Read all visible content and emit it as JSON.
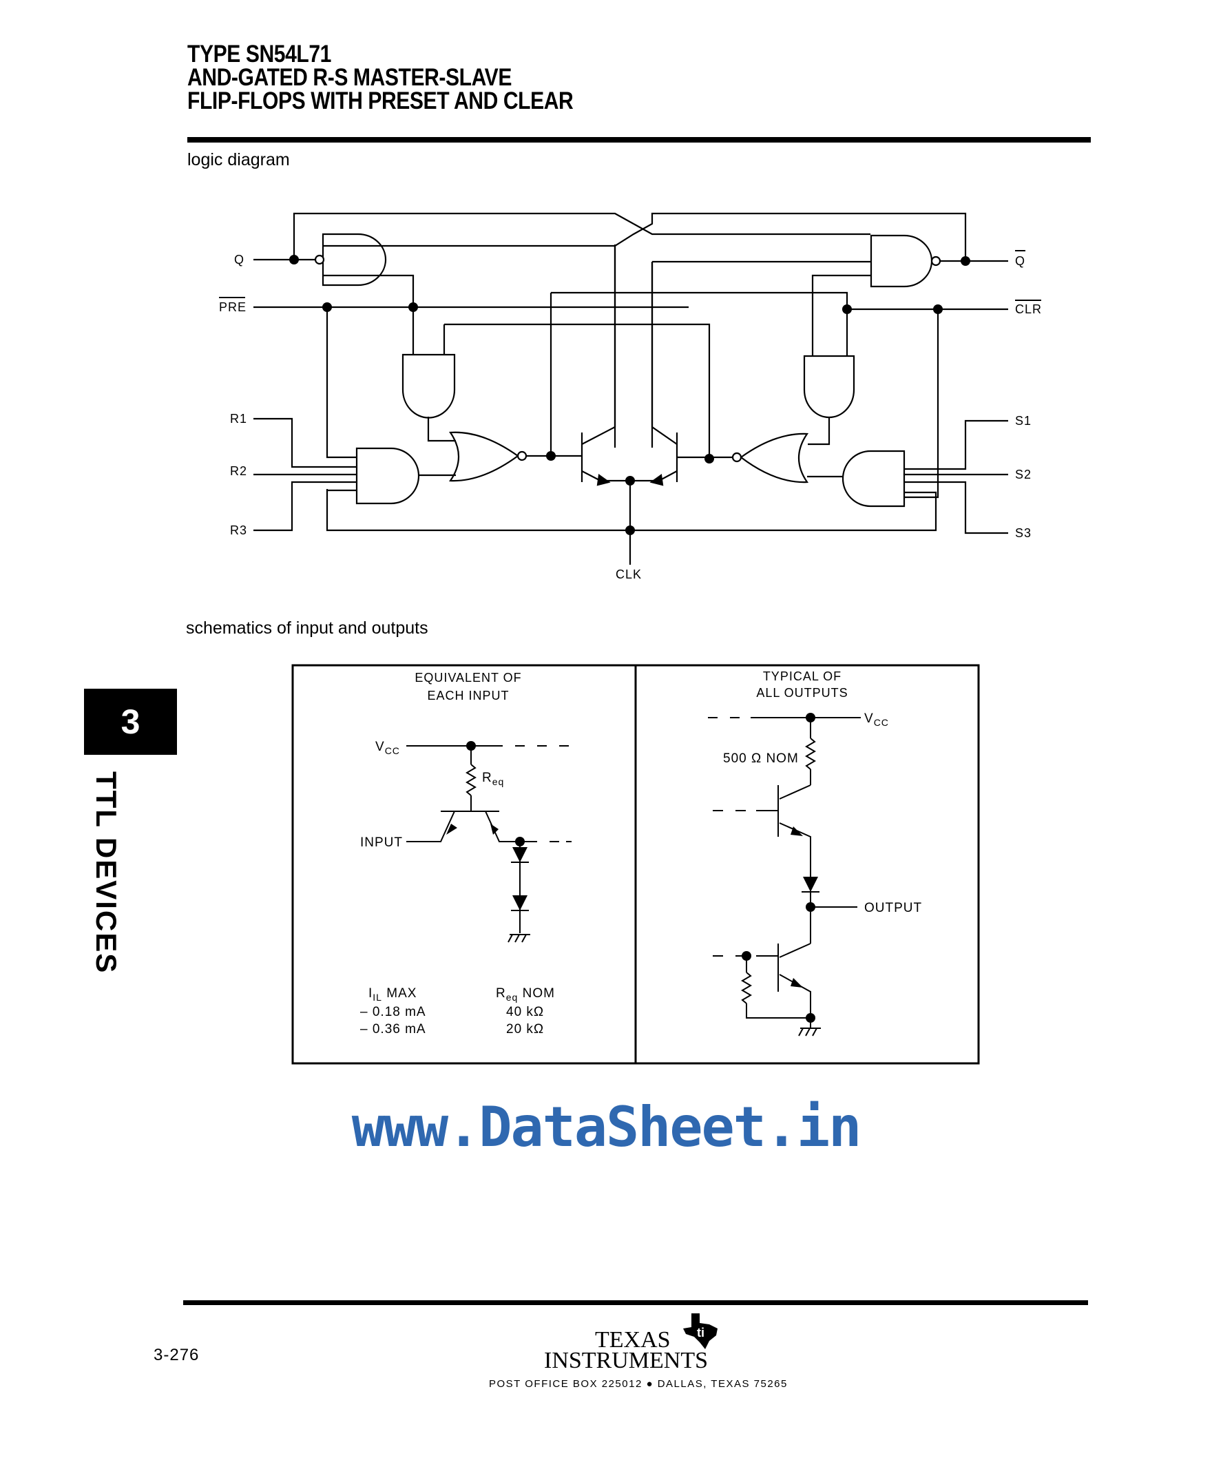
{
  "header": {
    "line1": "TYPE SN54L71",
    "line2": "AND-GATED R-S MASTER-SLAVE",
    "line3": "FLIP-FLOPS WITH PRESET AND CLEAR"
  },
  "logic_diagram": {
    "heading": "logic diagram",
    "labels": {
      "q": "Q",
      "q_bar": "Q",
      "pre": "PRE",
      "clr": "CLR",
      "r1": "R1",
      "r2": "R2",
      "r3": "R3",
      "s1": "S1",
      "s2": "S2",
      "s3": "S3",
      "clk": "CLK"
    }
  },
  "schematics": {
    "heading": "schematics of input and outputs",
    "input_panel": {
      "title_line1": "EQUIVALENT OF",
      "title_line2": "EACH INPUT",
      "vcc": "V",
      "vcc_sub": "CC",
      "req": "R",
      "req_sub": "eq",
      "input_label": "INPUT",
      "table": {
        "col1_head": "I",
        "col1_head_sub": "IL",
        "col1_head_rest": " MAX",
        "col2_head": "R",
        "col2_head_sub": "eq",
        "col2_head_rest": " NOM",
        "rows": [
          {
            "iil": "– 0.18 mA",
            "req": "40 kΩ"
          },
          {
            "iil": "– 0.36 mA",
            "req": "20 kΩ"
          }
        ]
      }
    },
    "output_panel": {
      "title_line1": "TYPICAL OF",
      "title_line2": "ALL OUTPUTS",
      "vcc": "V",
      "vcc_sub": "CC",
      "resistor": "500 Ω NOM",
      "output_label": "OUTPUT"
    }
  },
  "side_tab": {
    "number": "3",
    "text": "TTL DEVICES"
  },
  "watermark": "www.DataSheet.in",
  "footer": {
    "page_number": "3-276",
    "company_line1": "TEXAS",
    "company_line2": "INSTRUMENTS",
    "address": "POST OFFICE BOX 225012 ● DALLAS, TEXAS 75265"
  }
}
